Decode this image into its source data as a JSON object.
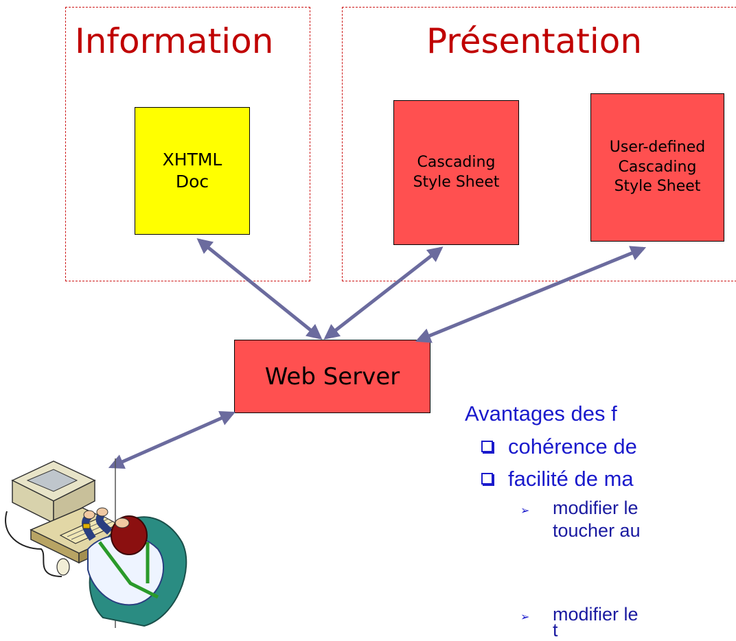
{
  "sections": {
    "information": {
      "title": "Information"
    },
    "presentation": {
      "title": "Présentation"
    }
  },
  "documents": {
    "xhtml": {
      "line1": "XHTML",
      "line2": "Doc"
    },
    "css": {
      "line1": "Cascading",
      "line2": "Style Sheet"
    },
    "user_css": {
      "line1": "User-defined",
      "line2": "Cascading",
      "line3": "Style Sheet"
    }
  },
  "server": {
    "label": "Web Server"
  },
  "advantages": {
    "heading": "Avantages des f",
    "items": [
      "cohérence de",
      "facilité de ma"
    ],
    "subitems": [
      {
        "line1": "modifier le",
        "line2": "toucher au"
      },
      {
        "line1": "modifier le",
        "line2": "t"
      }
    ]
  },
  "colors": {
    "dashed_border": "#cc1111",
    "title_red": "#c00000",
    "doc_yellow": "#ffff00",
    "doc_red": "#ff5050",
    "arrow": "#6b6b9e",
    "text_blue": "#1a1acc"
  },
  "icons": {
    "user": "person-at-computer-icon"
  }
}
